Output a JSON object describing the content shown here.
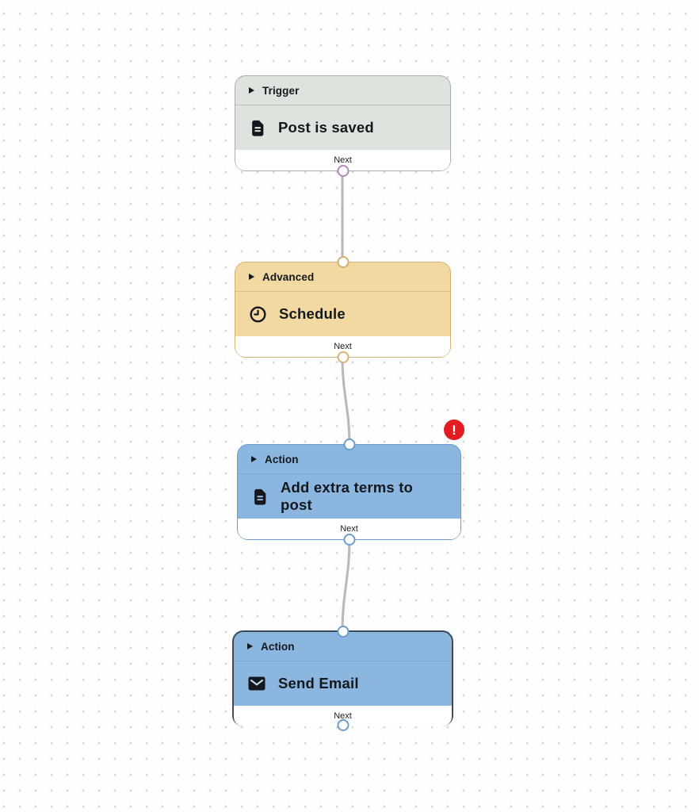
{
  "canvas": {
    "background_color": "#fdfdfd",
    "dot_color": "#d7d7d7",
    "edge_color": "#b7b7bc"
  },
  "error_badge": {
    "symbol": "!",
    "color": "#e11d21"
  },
  "nodes": [
    {
      "type": "Trigger",
      "title": "Post is saved",
      "icon": "document-icon",
      "footer_label": "Next",
      "colors": {
        "fill": "#dde4dd",
        "border": "#a6b0a6",
        "port": "#b287bd"
      }
    },
    {
      "type": "Advanced",
      "title": "Schedule",
      "icon": "clock-icon",
      "footer_label": "Next",
      "colors": {
        "fill": "#f2d9a2",
        "border": "#d2b272",
        "port": "#d2b272"
      }
    },
    {
      "type": "Action",
      "title": "Add extra terms to post",
      "icon": "document-icon",
      "footer_label": "Next",
      "has_error": true,
      "colors": {
        "fill": "#8ab6e0",
        "border": "#6b9ccb",
        "port": "#6b9ccb"
      }
    },
    {
      "type": "Action",
      "title": "Send Email",
      "icon": "envelope-icon",
      "footer_label": "Next",
      "selected": true,
      "colors": {
        "fill": "#8ab6e0",
        "border": "#3f4a56",
        "port": "#6b9ccb"
      }
    }
  ]
}
